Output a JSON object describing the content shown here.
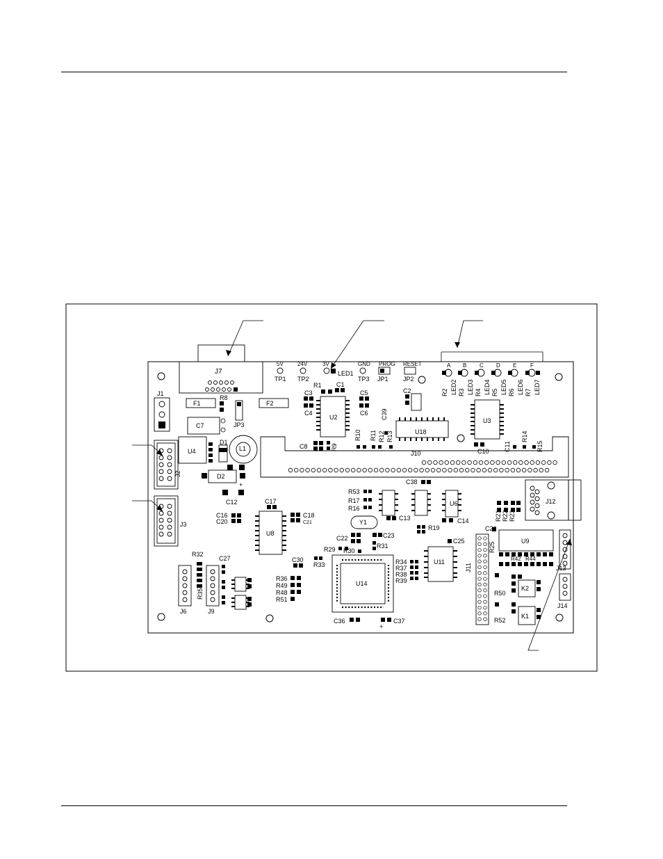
{
  "board": {
    "headers": [
      "5V",
      "24V",
      "3V",
      "GND",
      "PROG",
      "RESET",
      "A",
      "B",
      "C",
      "D",
      "E",
      "F"
    ],
    "testpoints": [
      "TP1",
      "TP2",
      "TP3"
    ],
    "jumpers": [
      "JP1",
      "JP2",
      "JP3"
    ],
    "connectors": [
      "J1",
      "J2",
      "J3",
      "J6",
      "J7",
      "J9",
      "J10",
      "J11",
      "J12",
      "J13",
      "J14"
    ],
    "ics": [
      "U2",
      "U3",
      "U4",
      "U6",
      "U8",
      "U9",
      "U11",
      "U14",
      "U18"
    ],
    "inductors": [
      "L1"
    ],
    "fuses": [
      "F1",
      "F2"
    ],
    "diodes": [
      "D1",
      "D2"
    ],
    "relays": [
      "K1",
      "K2"
    ],
    "crystal": "Y1",
    "leds_top": [
      "LED1",
      "LED2",
      "LED3",
      "LED4",
      "LED5",
      "LED6",
      "LED7"
    ],
    "resistor_labels": [
      "R1",
      "R2",
      "R3",
      "R4",
      "R5",
      "R6",
      "R7",
      "R8",
      "R9",
      "R10",
      "R11",
      "R12",
      "R13",
      "R14",
      "R15",
      "R16",
      "R17",
      "R19",
      "R21",
      "R22",
      "R23",
      "R25",
      "R29",
      "R30",
      "R31",
      "R32",
      "R33",
      "R34",
      "R35",
      "R36",
      "R37",
      "R38",
      "R39",
      "R42",
      "R44",
      "R48",
      "R49",
      "R50",
      "R51",
      "R52",
      "R53"
    ],
    "capacitor_labels": [
      "C1",
      "C2",
      "C3",
      "C4",
      "C5",
      "C6",
      "C7",
      "C8",
      "C10",
      "C11",
      "C12",
      "C13",
      "C14",
      "C16",
      "C17",
      "C18",
      "C20",
      "C21",
      "C22",
      "C23",
      "C25",
      "C26",
      "C27",
      "C30",
      "C36",
      "C37",
      "C38",
      "C39"
    ],
    "misc_labels": [
      "+",
      "+"
    ]
  }
}
